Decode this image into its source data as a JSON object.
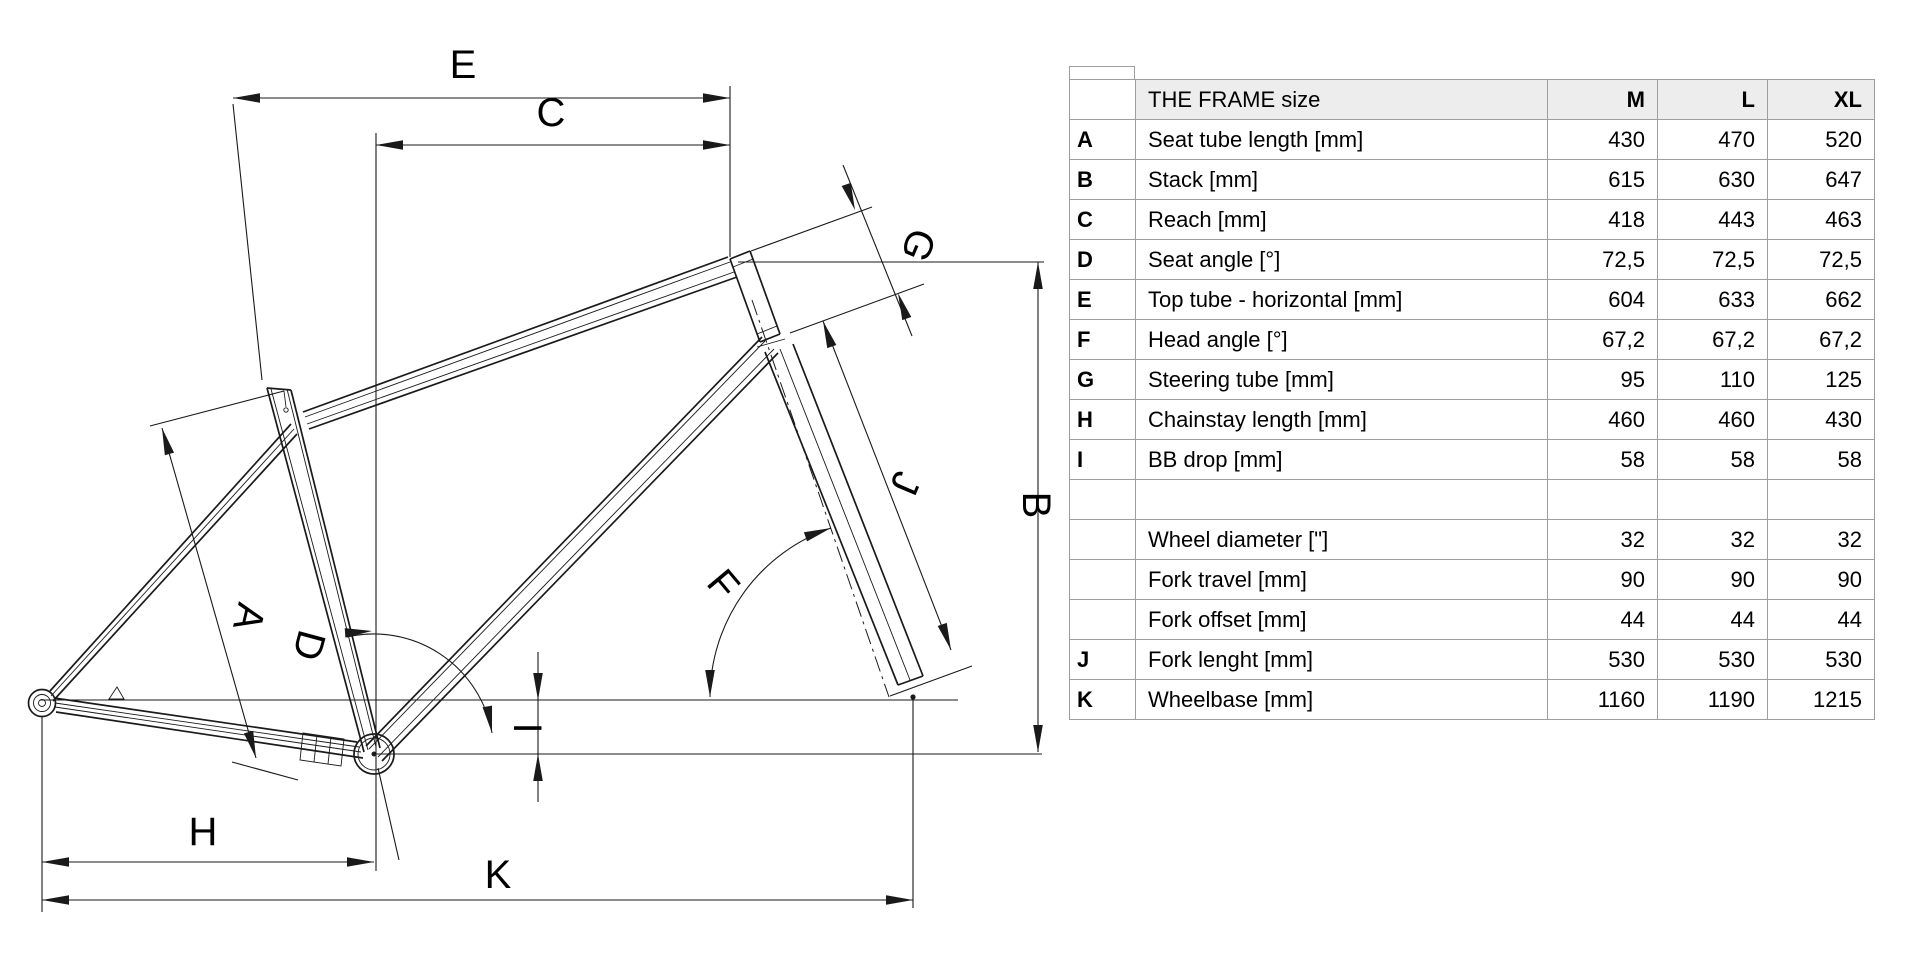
{
  "colors": {
    "line": "#1a1a1a",
    "table_border": "#9e9e9e",
    "header_bg": "#ededed",
    "text": "#000000"
  },
  "diagram": {
    "description": "bicycle-frame-geometry-line-drawing",
    "labels": {
      "A": "A",
      "B": "B",
      "C": "C",
      "D": "D",
      "E": "E",
      "F": "F",
      "G": "G",
      "H": "H",
      "I": "I",
      "J": "J",
      "K": "K"
    }
  },
  "table": {
    "title": "THE FRAME size",
    "size_headers": [
      "M",
      "L",
      "XL"
    ],
    "rows": [
      {
        "letter": "A",
        "label": "Seat tube length [mm]",
        "values": [
          "430",
          "470",
          "520"
        ]
      },
      {
        "letter": "B",
        "label": "Stack [mm]",
        "values": [
          "615",
          "630",
          "647"
        ]
      },
      {
        "letter": "C",
        "label": "Reach [mm]",
        "values": [
          "418",
          "443",
          "463"
        ]
      },
      {
        "letter": "D",
        "label": "Seat angle [°]",
        "values": [
          "72,5",
          "72,5",
          "72,5"
        ]
      },
      {
        "letter": "E",
        "label": "Top tube - horizontal [mm]",
        "values": [
          "604",
          "633",
          "662"
        ]
      },
      {
        "letter": "F",
        "label": "Head angle [°]",
        "values": [
          "67,2",
          "67,2",
          "67,2"
        ]
      },
      {
        "letter": "G",
        "label": "Steering tube [mm]",
        "values": [
          "95",
          "110",
          "125"
        ]
      },
      {
        "letter": "H",
        "label": "Chainstay length [mm]",
        "values": [
          "460",
          "460",
          "430"
        ]
      },
      {
        "letter": "I",
        "label": "BB drop [mm]",
        "values": [
          "58",
          "58",
          "58"
        ]
      },
      {
        "letter": "",
        "label": "",
        "values": [
          "",
          "",
          ""
        ]
      },
      {
        "letter": "",
        "label": "Wheel diameter [\"]",
        "values": [
          "32",
          "32",
          "32"
        ]
      },
      {
        "letter": "",
        "label": "Fork travel [mm]",
        "values": [
          "90",
          "90",
          "90"
        ]
      },
      {
        "letter": "",
        "label": "Fork offset [mm]",
        "values": [
          "44",
          "44",
          "44"
        ]
      },
      {
        "letter": "J",
        "label": "Fork lenght [mm]",
        "values": [
          "530",
          "530",
          "530"
        ]
      },
      {
        "letter": "K",
        "label": "Wheelbase [mm]",
        "values": [
          "1160",
          "1190",
          "1215"
        ]
      }
    ]
  }
}
